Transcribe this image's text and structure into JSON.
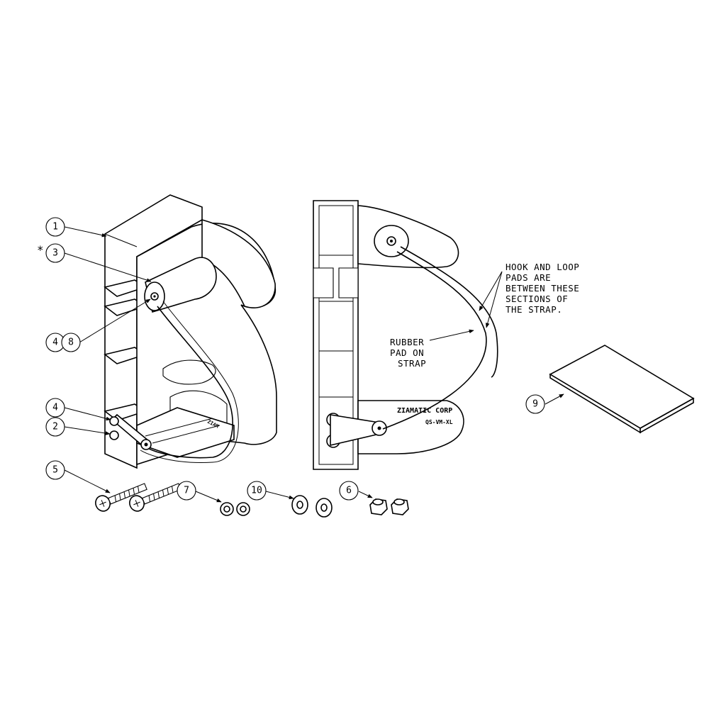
{
  "callouts": {
    "c1": "1",
    "c3": "3",
    "c3_marker": "*",
    "c4a": "4",
    "c8": "8",
    "c4b": "4",
    "c2": "2",
    "c5": "5",
    "c7": "7",
    "c10": "10",
    "c6": "6",
    "c9": "9"
  },
  "notes": {
    "hook_loop": [
      "HOOK AND LOOP",
      "PADS ARE",
      "BETWEEN THESE",
      "SECTIONS OF",
      "THE STRAP."
    ],
    "rubber_pad": [
      "RUBBER",
      "PAD ON",
      "STRAP"
    ],
    "brand_mark": "ZIAMATIC CORP",
    "model_mark": "QS-VM-XL",
    "left_brand_mark": "ZIAM"
  }
}
